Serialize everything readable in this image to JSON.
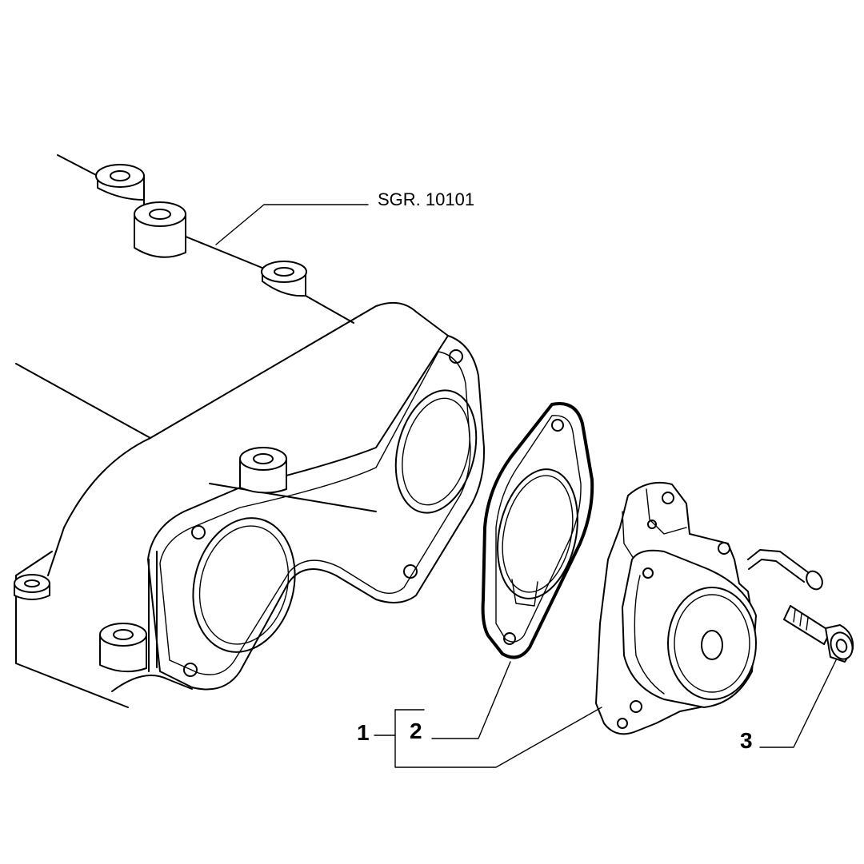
{
  "labels": {
    "reference": "SGR. 10101",
    "callout_1": "1",
    "callout_2": "2",
    "callout_3": "3"
  },
  "parts": [
    {
      "id": "1",
      "name": "vacuum-pump"
    },
    {
      "id": "2",
      "name": "gasket"
    },
    {
      "id": "3",
      "name": "bolt"
    }
  ]
}
